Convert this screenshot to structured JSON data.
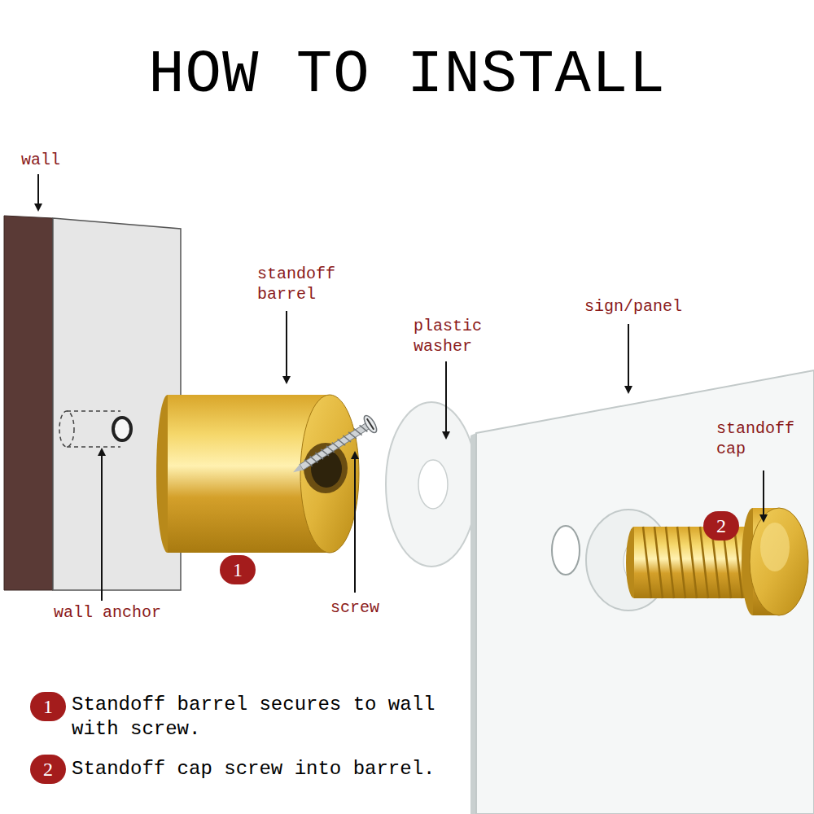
{
  "diagram": {
    "title": "HOW TO INSTALL",
    "labels": [
      "wall",
      "standoff barrel",
      "plastic washer",
      "sign/panel",
      "standoff cap",
      "2",
      "1",
      "wall anchor",
      "screw",
      "1",
      "Standoff barrel secures to wall with screw.",
      "2",
      "Standoff cap screw into barrel."
    ]
  }
}
